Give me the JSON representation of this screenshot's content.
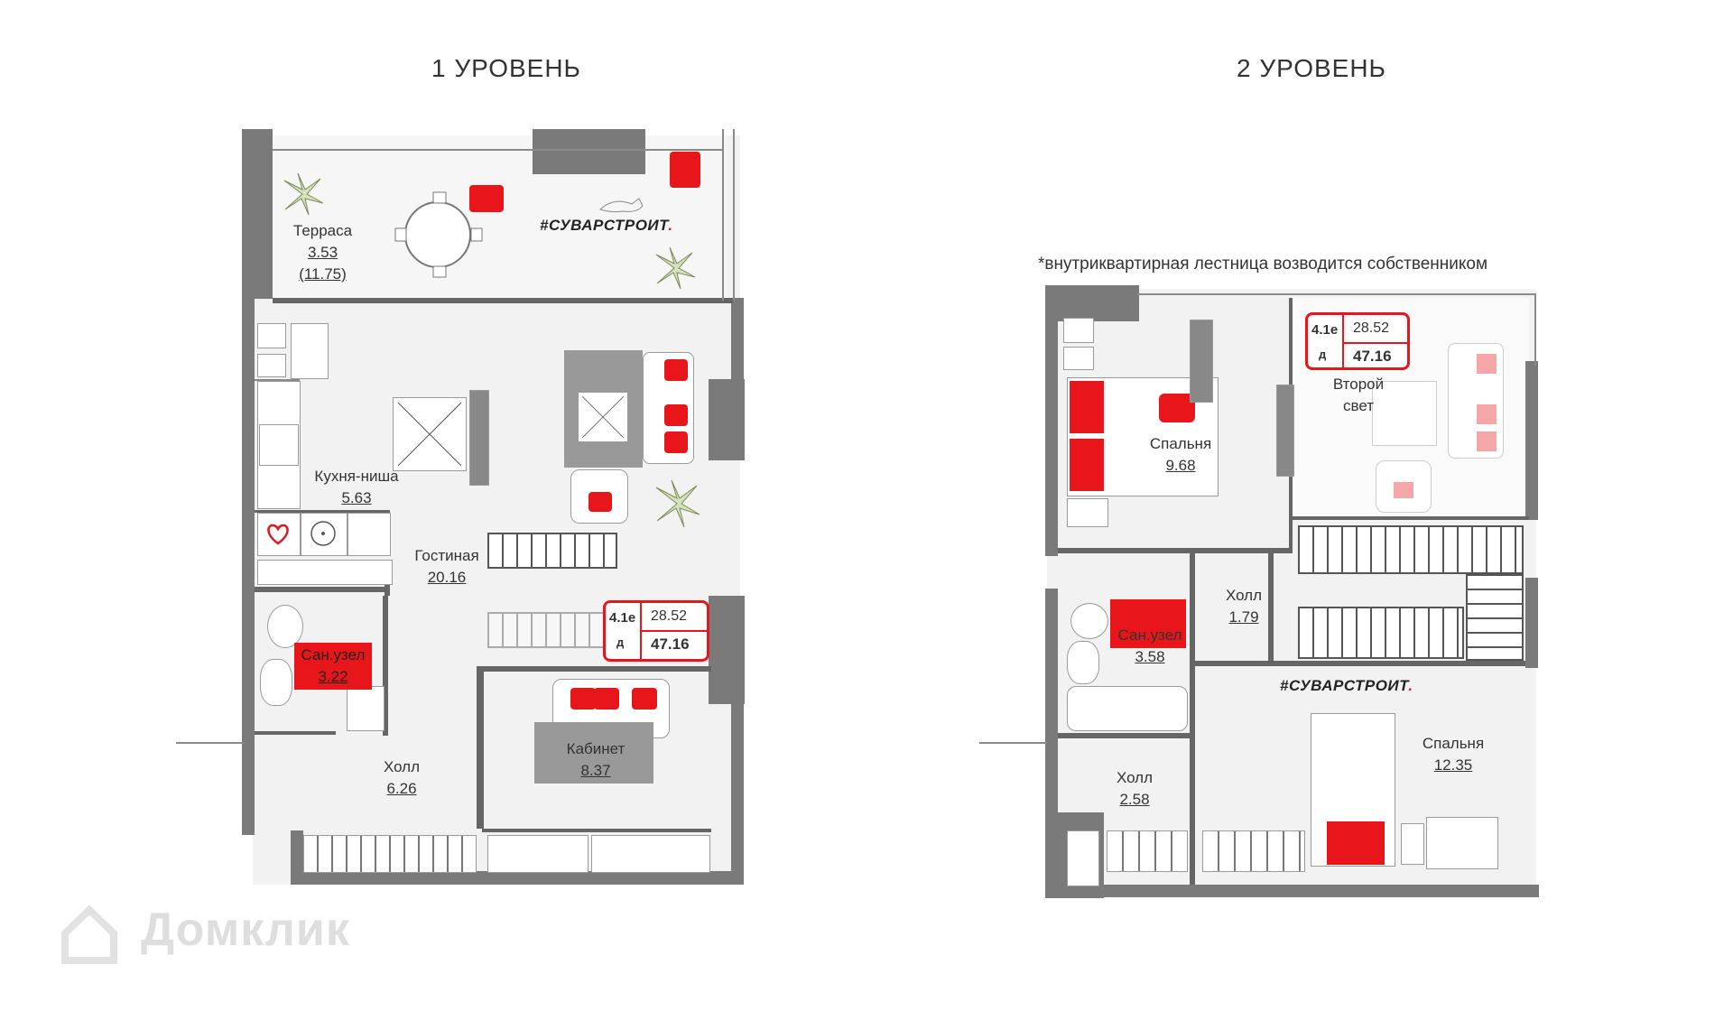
{
  "levels": [
    {
      "title": "1 УРОВЕНЬ"
    },
    {
      "title": "2 УРОВЕНЬ"
    }
  ],
  "note": "*внутриквартирная лестница возводится собственником",
  "brand": {
    "text": "#СУВАРСТРОИТ",
    "dot": "."
  },
  "badge": {
    "code": "4.1е",
    "d": "д",
    "living": "28.52",
    "total": "47.16"
  },
  "level1_rooms": {
    "terrace": {
      "name": "Терраса",
      "area": "3.53",
      "full": "(11.75)"
    },
    "kitchen": {
      "name": "Кухня-ниша",
      "area": "5.63"
    },
    "living": {
      "name": "Гостиная",
      "area": "20.16"
    },
    "bath": {
      "name": "Сан.узел",
      "area": "3.22"
    },
    "hall": {
      "name": "Холл",
      "area": "6.26"
    },
    "study": {
      "name": "Кабинет",
      "area": "8.37"
    }
  },
  "level2_rooms": {
    "bedroom1": {
      "name": "Спальня",
      "area": "9.68"
    },
    "secondlight": {
      "name": "Второй",
      "name2": "свет"
    },
    "hall1": {
      "name": "Холл",
      "area": "1.79"
    },
    "bath": {
      "name": "Сан.узел",
      "area": "3.58"
    },
    "hall2": {
      "name": "Холл",
      "area": "2.58"
    },
    "bedroom2": {
      "name": "Спальня",
      "area": "12.35"
    }
  },
  "watermark": "Домклик",
  "colors": {
    "accent": "#e8161b",
    "wall": "#7a7a7a",
    "floor": "#f2f2f2"
  }
}
